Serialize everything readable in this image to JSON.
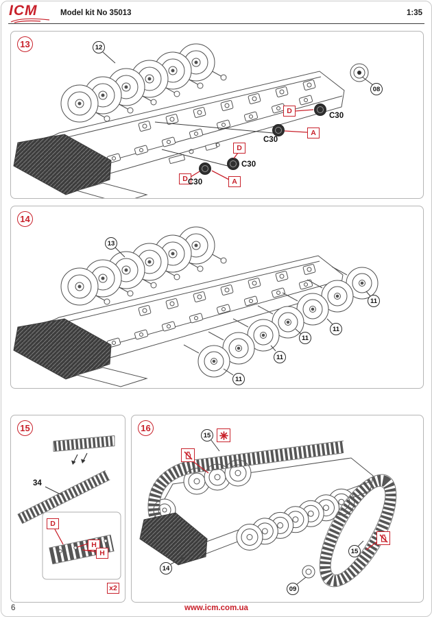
{
  "header": {
    "brand": "ICM",
    "title": "Model kit No 35013",
    "scale": "1:35"
  },
  "footer": {
    "page_number": "6",
    "website": "www.icm.com.ua"
  },
  "colors": {
    "accent_red": "#c8202a",
    "panel_border": "#b5b5b5",
    "art_line": "#4f4f4f"
  },
  "steps": {
    "s13": {
      "number": "13",
      "callout_suspension": "12",
      "callout_idler_wheel": "08",
      "box_d": "D",
      "box_a": "A",
      "part_wheel": "C30"
    },
    "s14": {
      "number": "14",
      "callout_suspension": "13",
      "callout_road_wheel": "11"
    },
    "s15": {
      "number": "15",
      "part_track": "34",
      "box_d": "D",
      "box_h": "H",
      "multiplier": "x2"
    },
    "s16": {
      "number": "16",
      "callout_track": "15",
      "callout_hull": "14",
      "callout_wheel": "09",
      "icons": {
        "no_glue": "no-glue-icon",
        "note_star": "asterisk-icon"
      }
    }
  }
}
